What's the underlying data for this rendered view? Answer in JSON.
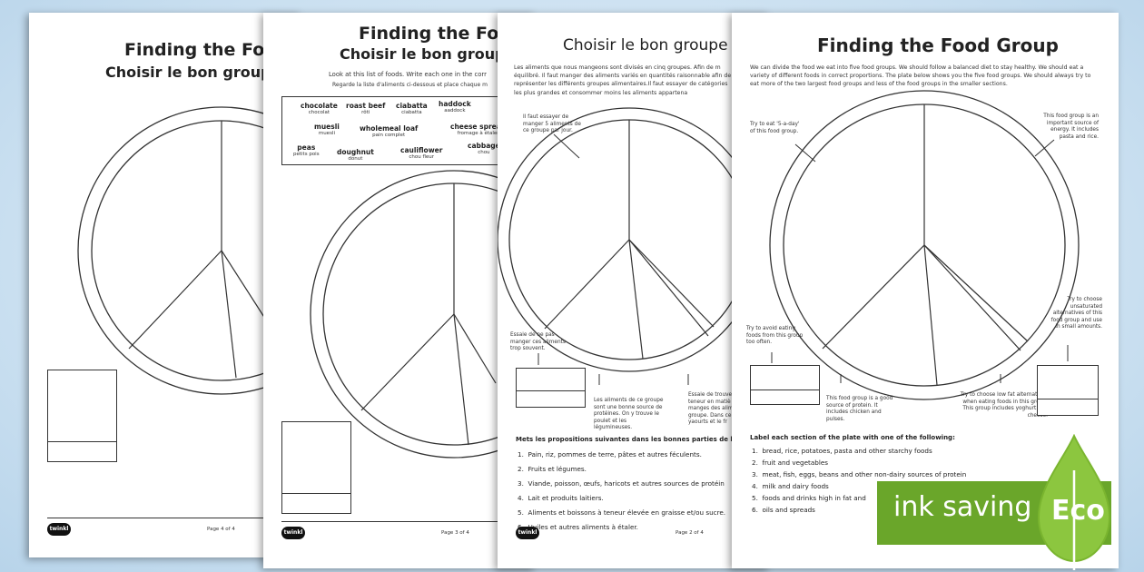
{
  "page4": {
    "title_en": "Finding the Food",
    "title_fr": "Choisir le bon groupe d",
    "footer_page": "Page 4 of 4"
  },
  "page3": {
    "title_en": "Finding the Food",
    "title_fr": "Choisir le bon groupe d",
    "intro_en": "Look at this list of foods. Write each one in the corr",
    "intro_fr": "Regarde la liste d'aliments ci-dessous et place chaque m",
    "foods": [
      {
        "en": "chocolate",
        "fr": "chocolat"
      },
      {
        "en": "roast beef",
        "fr": "rôti"
      },
      {
        "en": "ciabatta",
        "fr": "ciabatta"
      },
      {
        "en": "haddock",
        "fr": "aaddock"
      },
      {
        "en": "muesli",
        "fr": "muesli"
      },
      {
        "en": "wholemeal loaf",
        "fr": "pain complet"
      },
      {
        "en": "cheese spread",
        "fr": "fromage à étaler"
      },
      {
        "en": "peas",
        "fr": "petits pois"
      },
      {
        "en": "doughnut",
        "fr": "donut"
      },
      {
        "en": "cauliflower",
        "fr": "chou fleur"
      },
      {
        "en": "cabbage",
        "fr": "chou"
      }
    ],
    "footer_page": "Page 3 of 4"
  },
  "page2": {
    "title": "Choisir le bon groupe a",
    "intro": "Les aliments que nous mangeons sont divisés en cinq groupes. Afin de m équilibré. Il faut manger des aliments variés en quantités raisonnable afin de représenter les différents groupes alimentaires.Il faut essayer de catégories les plus grandes et consommer moins les aliments appartena",
    "note_fruit": "Il faut essayer de manger 5 aliments de ce groupe par jour.",
    "note_avoid": "Essaie de ne pas manger ces aliments trop souvent.",
    "note_protein": "Les aliments de ce groupe sont une bonne source de protéines. On y trouve le poulet et les légumineuses.",
    "note_dairy": "Essaie de trouver teneur en matiè manges des alim groupe. Dans ce yaourts et le fr",
    "instruction": "Mets les propositions suivantes dans les bonnes parties de l'as",
    "items": [
      "Pain, riz, pommes de terre, pâtes et autres féculents.",
      "Fruits et légumes.",
      "Viande, poisson, œufs, haricots et autres sources de protéin",
      "Lait et produits laitiers.",
      "Aliments  et boissons à teneur élevée en graisse et/ou sucre.",
      "Huiles et autres aliments à étaler."
    ],
    "footer_page": "Page 2 of 4"
  },
  "page1": {
    "title": "Finding the Food Group",
    "intro": "We can divide the food we eat into five food groups. We should follow a balanced diet to stay healthy. We should eat a variety of different foods in correct proportions. The plate below shows you the five food groups. We should always try to eat more of the two largest food groups and less of the food groups in the smaller sections.",
    "note_fruit": "Try to eat '5-a-day' of this food group.",
    "note_energy": "This food group is an important source of energy. It includes pasta and rice.",
    "note_avoid": "Try to avoid eating foods from this group too often.",
    "note_oils": "Try to choose unsaturated alternatives of this food group and use in small amounts.",
    "note_protein": "This food group is a good source of protein. It includes chicken and pulses.",
    "note_dairy": "Try to choose low fat alternatives when eating foods in this group. This group includes yoghurt and cheese.",
    "instruction": "Label each section of the plate with one of the following:",
    "items": [
      "bread, rice, potatoes, pasta and other starchy foods",
      "fruit and vegetables",
      "meat, fish, eggs, beans and other non-dairy sources of protein",
      "milk and dairy foods",
      "foods and drinks high in fat and",
      "oils and spreads"
    ]
  },
  "brand": {
    "logo": "twinkl"
  },
  "badge": {
    "ink_saving": "ink saving",
    "eco": "Eco",
    "color": "#6aa62a"
  }
}
